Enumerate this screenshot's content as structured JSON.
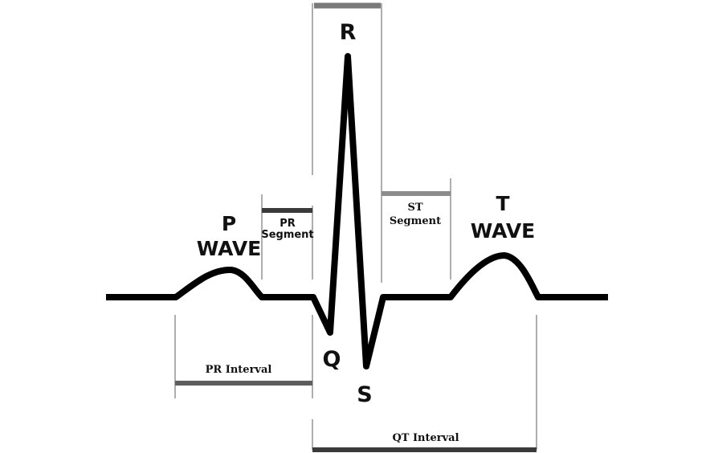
{
  "labels": {
    "r": "R",
    "q": "Q",
    "s": "S",
    "p_wave_line1": "P",
    "p_wave_line2": "WAVE",
    "t_wave_line1": "T",
    "t_wave_line2": "WAVE",
    "pr_segment_line1": "PR",
    "pr_segment_line2": "Segment",
    "st_segment_line1": "ST",
    "st_segment_line2": "Segment",
    "pr_interval": "PR Interval",
    "qt_interval": "QT Interval"
  },
  "colors": {
    "trace": "#000000",
    "guide_lines": "#9a9a9a",
    "pr_segment_bar": "#3a3a3a",
    "st_segment_bar": "#8c8c8c",
    "qrs_bar": "#7a7a7a",
    "pr_interval_bar": "#5e5e5e",
    "qt_interval_bar": "#3a3a3a"
  }
}
